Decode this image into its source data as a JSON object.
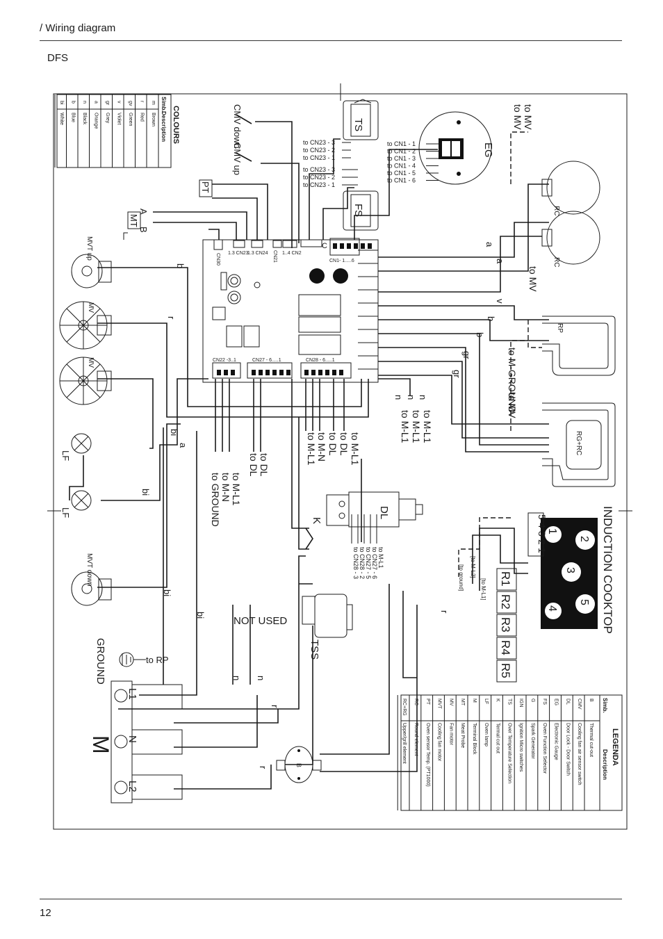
{
  "header": {
    "title": "/ Wiring diagram",
    "subtitle": "DFS"
  },
  "page_number": "12",
  "colours": {
    "title": "COLOURS",
    "col_symbol": "Simb.",
    "col_desc": "Description",
    "rows": [
      {
        "s": "m",
        "d": "Brown"
      },
      {
        "s": "r",
        "d": "Red"
      },
      {
        "s": "gv",
        "d": "Green"
      },
      {
        "s": "v",
        "d": "Violet"
      },
      {
        "s": "gr",
        "d": "Grey"
      },
      {
        "s": "a",
        "d": "Orange"
      },
      {
        "s": "n",
        "d": "Black"
      },
      {
        "s": "b",
        "d": "Blue"
      },
      {
        "s": "bi",
        "d": "White"
      }
    ]
  },
  "legend": {
    "title": "LEGENDA",
    "col_symbol": "Simb.",
    "col_desc": "Description",
    "rows": [
      {
        "s": "B",
        "d": "Thermal cut-out"
      },
      {
        "s": "CMV",
        "d": "Cooling fan air sensor switch"
      },
      {
        "s": "DL",
        "d": "Door Lock - Door Switch"
      },
      {
        "s": "EG",
        "d": "Electronic Gauge"
      },
      {
        "s": "FS",
        "d": "Oven Function Selector"
      },
      {
        "s": "G",
        "d": "Spark Generator"
      },
      {
        "s": "IGN",
        "d": "Ignition Micro switches"
      },
      {
        "s": "TS",
        "d": "Over Temperature Selection"
      },
      {
        "s": "K",
        "d": "Termal cut out"
      },
      {
        "s": "LF",
        "d": "Oven lamp"
      },
      {
        "s": "M",
        "d": "Terminal Block"
      },
      {
        "s": "MT",
        "d": "Meat Probe"
      },
      {
        "s": "MV",
        "d": "Fan motor"
      },
      {
        "s": "MVT",
        "d": "Cooling fan motor"
      },
      {
        "s": "PT",
        "d": "Oven sensor Temp. (PT1000)"
      },
      {
        "s": "RC",
        "d": "Round element"
      },
      {
        "s": "RC+RG",
        "d": "Upper/grill element"
      }
    ]
  },
  "labels": {
    "induction": "INDUCTION COOKTOP",
    "not_used": "NOT USED",
    "ground": "GROUND",
    "to_rp": "to RP",
    "to_mv": "to MV",
    "to_m_ground": "to M-GROUND",
    "to_m_l1": "to M-L1",
    "to_m_n": "to M-N",
    "to_dl": "to DL",
    "to_ground": "to GROUND",
    "to_m_l1_br": "[to M-L1]",
    "to_m_l2_br": "[to M-L2]",
    "to_ground_br": "[to ground]",
    "cmv_down": "CMV down",
    "cmv_up": "CMV up",
    "mvt_up": "MVT up",
    "mvt_down": "MVT down",
    "mv": "MV",
    "lf": "LF",
    "pt": "PT",
    "mt": "MT",
    "a": "A",
    "b": "B",
    "ts": "TS",
    "fs": "FS",
    "eg": "EG",
    "rc": "RC",
    "rp": "RP",
    "rg_rc": "RG+RC",
    "dl": "DL",
    "tss": "TSS",
    "k": "K",
    "m": "M",
    "l1": "L1",
    "n": "N",
    "l2": "L2",
    "r1": "R1",
    "r2": "R2",
    "r3": "R3",
    "r4": "R4",
    "r5": "R5",
    "c": "C"
  },
  "connectors": [
    "CN30",
    "1.3 CN23",
    "1.3 CN24",
    "CN21",
    "1..4 CN2",
    "CN1- 1.....6",
    "CN22 -3..1",
    "CN27 - 6.....1",
    "CN28 - 6.....1"
  ],
  "ts_wires": [
    "to CN23 - 3",
    "to CN23 - 2",
    "to CN23 - 1"
  ],
  "fs_wires": [
    "to CN23 - 3",
    "to CN23 - 2",
    "to CN23 - 1"
  ],
  "eg_wires": [
    "to CN1 - 1",
    "to CN1 - 2",
    "to CN1 - 3",
    "to CN1 - 4",
    "to CN1 - 5",
    "to CN1 - 6"
  ],
  "dl_wires": [
    "to M-L1",
    "to CN27 - 6",
    "to CN27 - 5",
    "to CN28 - 2",
    "to CN28 - 3"
  ],
  "wire_colours": [
    "a",
    "a",
    "v",
    "b",
    "b",
    "gr",
    "gr",
    "n",
    "n",
    "n",
    "b",
    "r",
    "bi",
    "a",
    "bi",
    "bi",
    "bi",
    "n",
    "n",
    "r",
    "r",
    "r"
  ],
  "cooktop_terminals": [
    "5",
    "4",
    "3",
    "2",
    "1"
  ],
  "cooktop_zones": [
    "1",
    "2",
    "3",
    "4",
    "5"
  ]
}
